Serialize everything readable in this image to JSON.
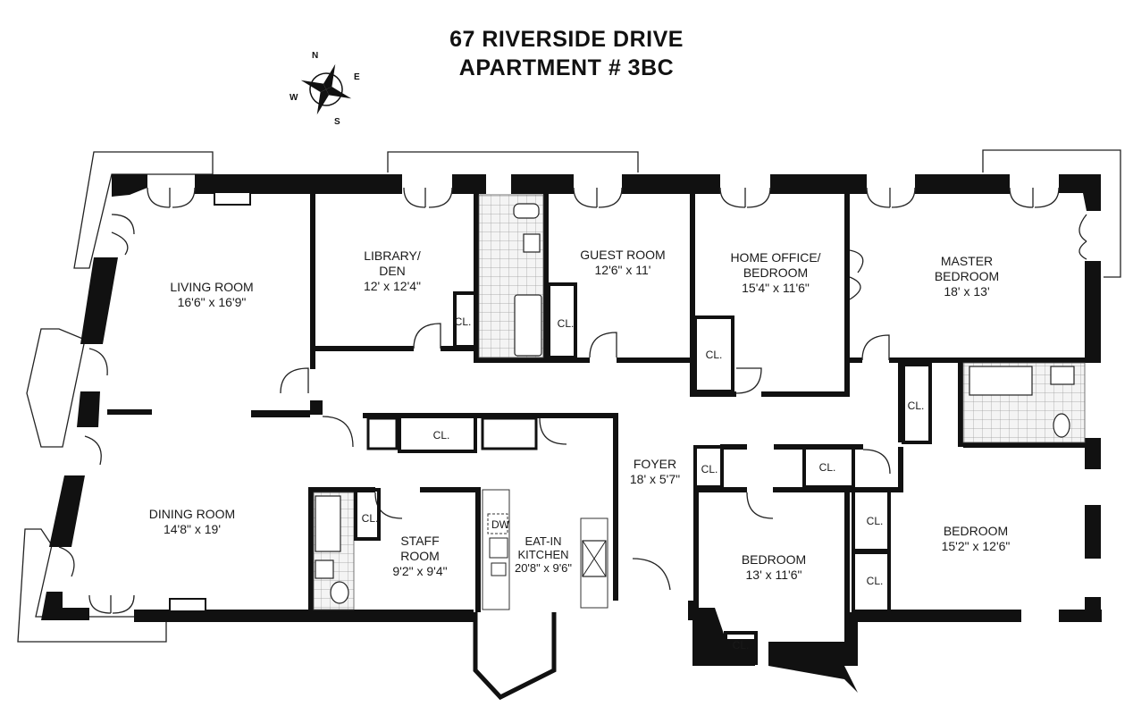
{
  "title": {
    "line1": "67 RIVERSIDE DRIVE",
    "line2": "APARTMENT # 3BC"
  },
  "compass": {
    "n": "N",
    "s": "S",
    "e": "E",
    "w": "W"
  },
  "rooms": {
    "living": {
      "name": "LIVING ROOM",
      "dims": "16'6\" x 16'9\""
    },
    "library": {
      "name1": "LIBRARY/",
      "name2": "DEN",
      "dims": "12' x 12'4\""
    },
    "guest": {
      "name": "GUEST ROOM",
      "dims": "12'6\" x 11'"
    },
    "office": {
      "name1": "HOME OFFICE/",
      "name2": "BEDROOM",
      "dims": "15'4\" x 11'6\""
    },
    "master": {
      "name1": "MASTER",
      "name2": "BEDROOM",
      "dims": "18' x 13'"
    },
    "dining": {
      "name": "DINING ROOM",
      "dims": "14'8\" x 19'"
    },
    "staff": {
      "name1": "STAFF",
      "name2": "ROOM",
      "dims": "9'2\" x 9'4\""
    },
    "kitchen": {
      "name1": "EAT-IN",
      "name2": "KITCHEN",
      "dims": "20'8\" x 9'6\""
    },
    "foyer": {
      "name": "FOYER",
      "dims": "18' x 5'7\""
    },
    "bedroom1": {
      "name": "BEDROOM",
      "dims": "13' x 11'6\""
    },
    "bedroom2": {
      "name": "BEDROOM",
      "dims": "15'2\" x 12'6\""
    }
  },
  "closet_label": "CL.",
  "dishwasher_label": "DW"
}
